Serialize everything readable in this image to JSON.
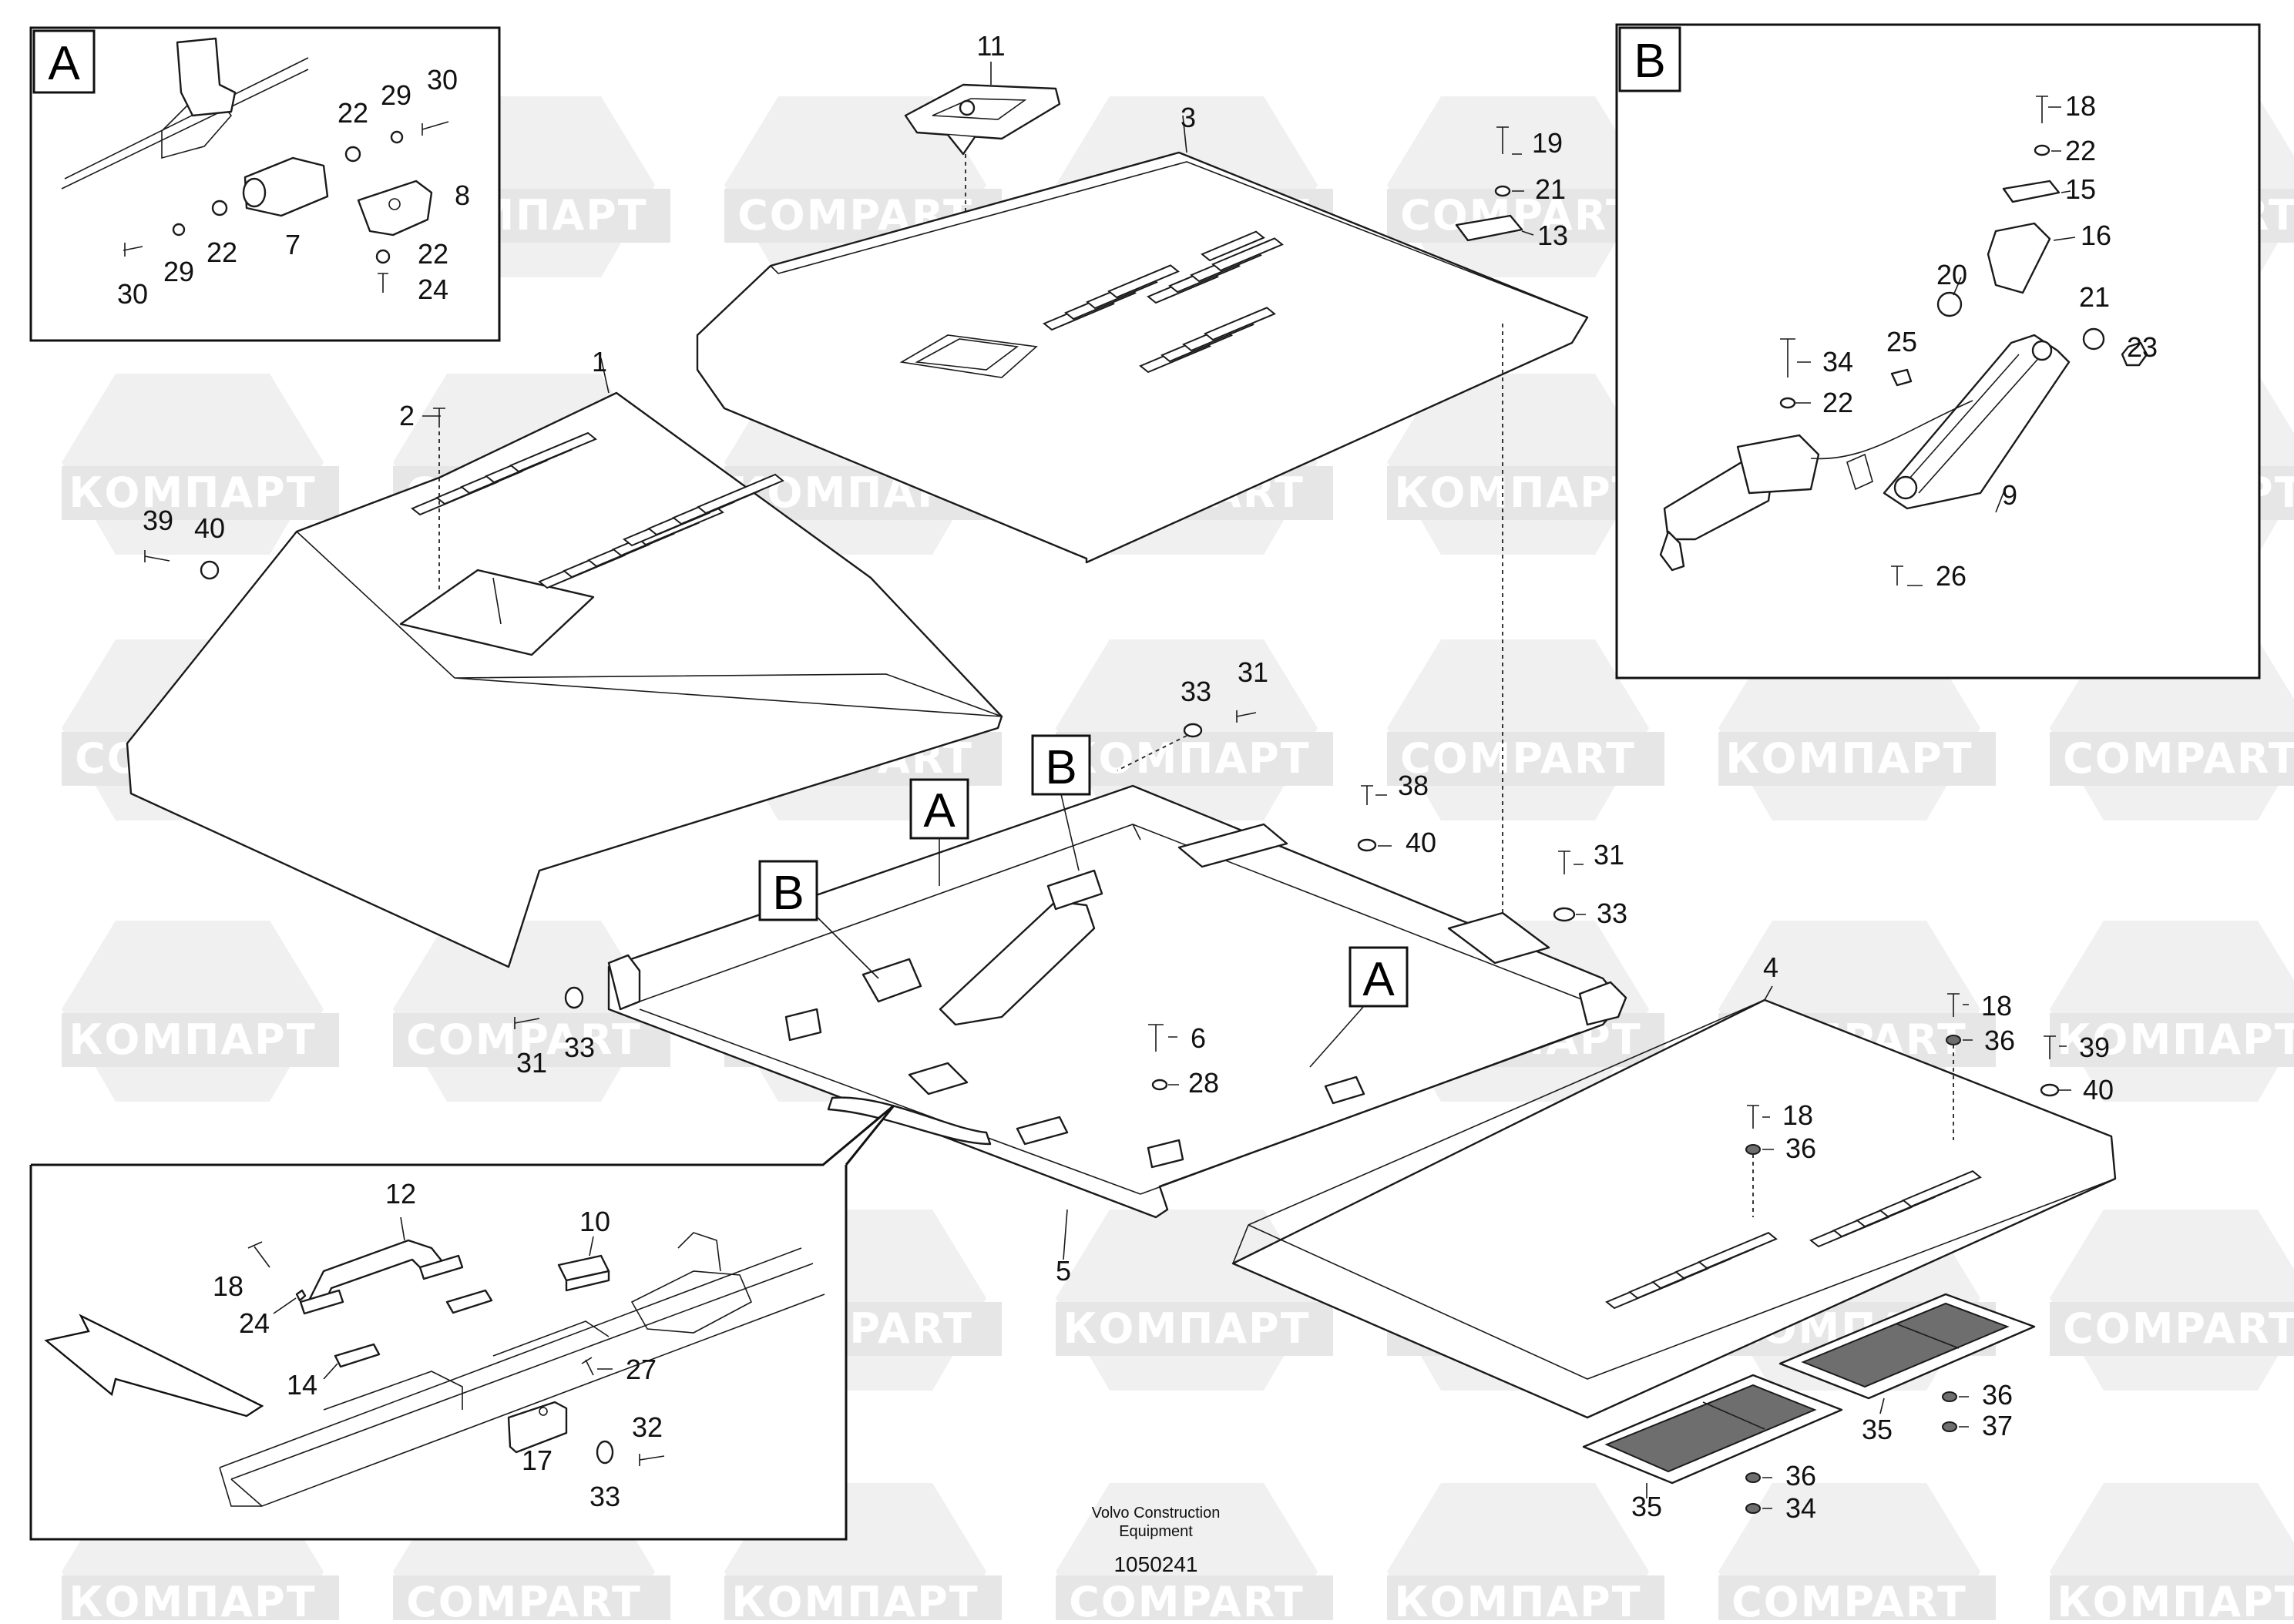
{
  "figure_code": "1050241",
  "publisher": "Volvo Construction Equipment",
  "watermark": {
    "text_cyrillic": "КОМПАРТ",
    "text_latin": "COMPART"
  },
  "detail_boxes": {
    "a": "A",
    "b": "B"
  },
  "labels": {
    "p1": "1",
    "p2": "2",
    "p3": "3",
    "p4": "4",
    "p5": "5",
    "p6": "6",
    "p7": "7",
    "p8": "8",
    "p9": "9",
    "p10": "10",
    "p11": "11",
    "p12": "12",
    "p13": "13",
    "p14": "14",
    "p15": "15",
    "p16": "16",
    "p17": "17",
    "p18": "18",
    "p19": "19",
    "p20": "20",
    "p21": "21",
    "p22": "22",
    "p23": "23",
    "p24": "24",
    "p25": "25",
    "p26": "26",
    "p27": "27",
    "p28": "28",
    "p29": "29",
    "p30": "30",
    "p31": "31",
    "p32": "32",
    "p33": "33",
    "p34": "34",
    "p35": "35",
    "p36": "36",
    "p37": "37",
    "p38": "38",
    "p39": "39",
    "p40": "40"
  },
  "colors": {
    "line": "#1a1a1a",
    "watermark_fill": "#f0f0f0",
    "watermark_text": "#ffffff",
    "mesh": "#6e6e6e"
  }
}
